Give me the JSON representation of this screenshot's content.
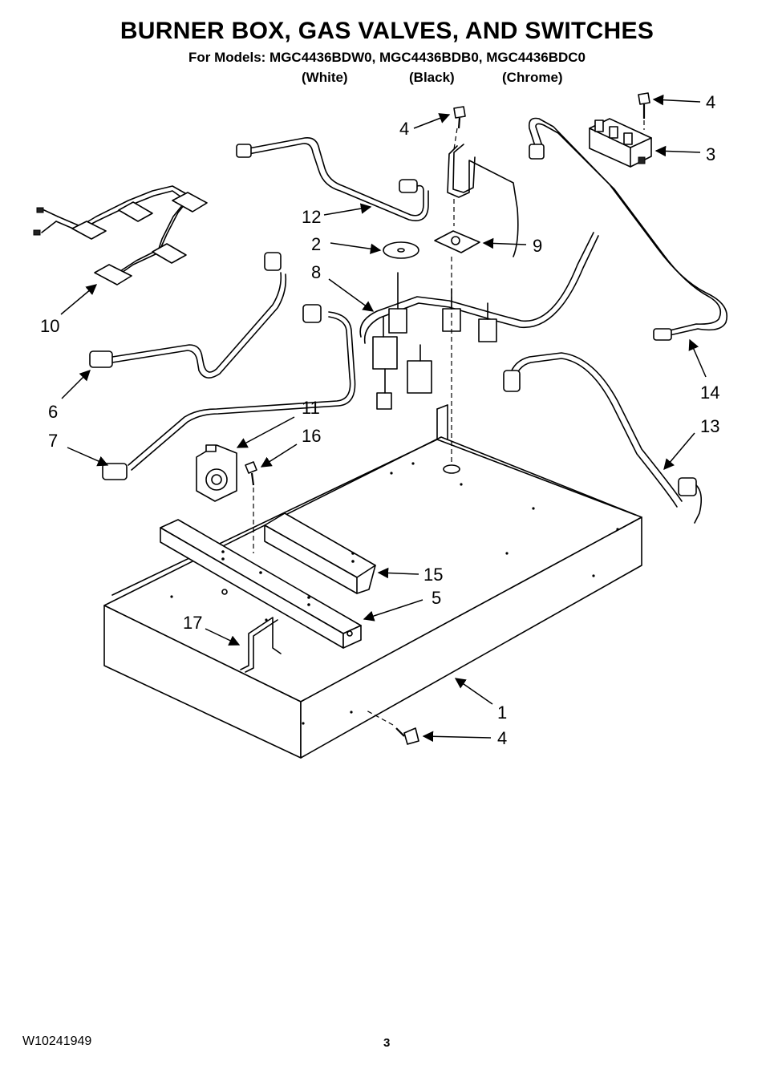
{
  "header": {
    "title": "BURNER BOX, GAS VALVES, AND SWITCHES",
    "models_line": "For Models: MGC4436BDW0, MGC4436BDB0, MGC4436BDC0",
    "variants": [
      "(White)",
      "(Black)",
      "(Chrome)"
    ]
  },
  "callouts": {
    "c1": "1",
    "c2": "2",
    "c3": "3",
    "c4a": "4",
    "c4b": "4",
    "c4c": "4",
    "c5": "5",
    "c6": "6",
    "c7": "7",
    "c8": "8",
    "c9": "9",
    "c10": "10",
    "c11": "11",
    "c12": "12",
    "c13": "13",
    "c14": "14",
    "c15": "15",
    "c16": "16",
    "c17": "17"
  },
  "footer": {
    "doc_number": "W10241949",
    "page_number": "3"
  }
}
